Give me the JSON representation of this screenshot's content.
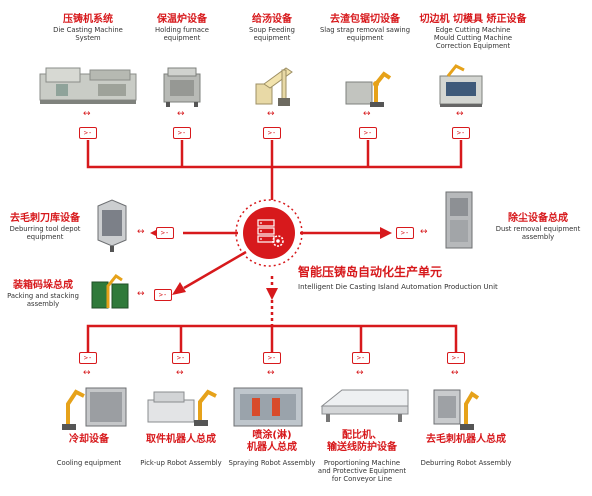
{
  "center": {
    "title_zh": "智能压铸岛自动化生产单元",
    "title_en": "Intelligent Die Casting Island Automation Production Unit",
    "icon": "server-gear-icon"
  },
  "top_units": [
    {
      "zh": "压铸机系统",
      "en": "Die Casting Machine\nSystem"
    },
    {
      "zh": "保温炉设备",
      "en": "Holding furnace\nequipment"
    },
    {
      "zh": "给汤设备",
      "en": "Soup Feeding\nequipment"
    },
    {
      "zh": "去渣包锯切设备",
      "en": "Slag strap removal sawing\nequipment"
    },
    {
      "zh": "切边机  切模具  矫正设备",
      "en": "Edge Cutting Machine\nMould Cutting Machine\nCorrection Equipment"
    }
  ],
  "left_units": [
    {
      "zh": "去毛刺刀库设备",
      "en": "Deburring tool depot\nequipment"
    },
    {
      "zh": "装箱码垛总成",
      "en": "Packing and stacking\nassembly"
    }
  ],
  "right_units": [
    {
      "zh": "除尘设备总成",
      "en": "Dust removal equipment\nassembly"
    }
  ],
  "bottom_units": [
    {
      "zh": "冷却设备",
      "en": "Cooling equipment"
    },
    {
      "zh": "取件机器人总成",
      "en": "Pick-up Robot Assembly"
    },
    {
      "zh": "喷涂(淋)\n机器人总成",
      "en": "Spraying Robot Assembly"
    },
    {
      "zh": "配比机、\n输送线防护设备",
      "en": "Proportioning Machine\nand Protective Equipment\nfor Conveyor Line"
    },
    {
      "zh": "去毛刺机器人总成",
      "en": "Deburring Robot Assembly"
    }
  ],
  "controller_symbol": ">-",
  "arrow_symbol": "↔",
  "colors": {
    "accent": "#d7191c",
    "text": "#333333"
  }
}
